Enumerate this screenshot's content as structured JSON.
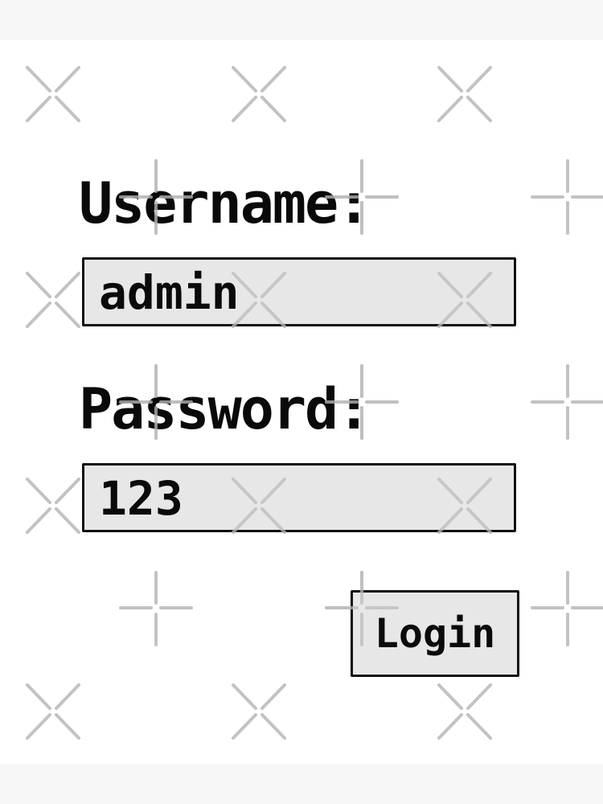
{
  "form": {
    "username_label": "Username:",
    "username_value": "admin",
    "password_label": "Password:",
    "password_value": "123",
    "login_button": "Login"
  },
  "colors": {
    "background": "#ffffff",
    "frame": "#f7f7f7",
    "field_fill": "#e4e4e4",
    "border": "#111111",
    "text": "#0a0a0a",
    "watermark": "#c0c0c0"
  },
  "watermark": {
    "icons": [
      "x-mark-icon",
      "plus-mark-icon"
    ]
  }
}
